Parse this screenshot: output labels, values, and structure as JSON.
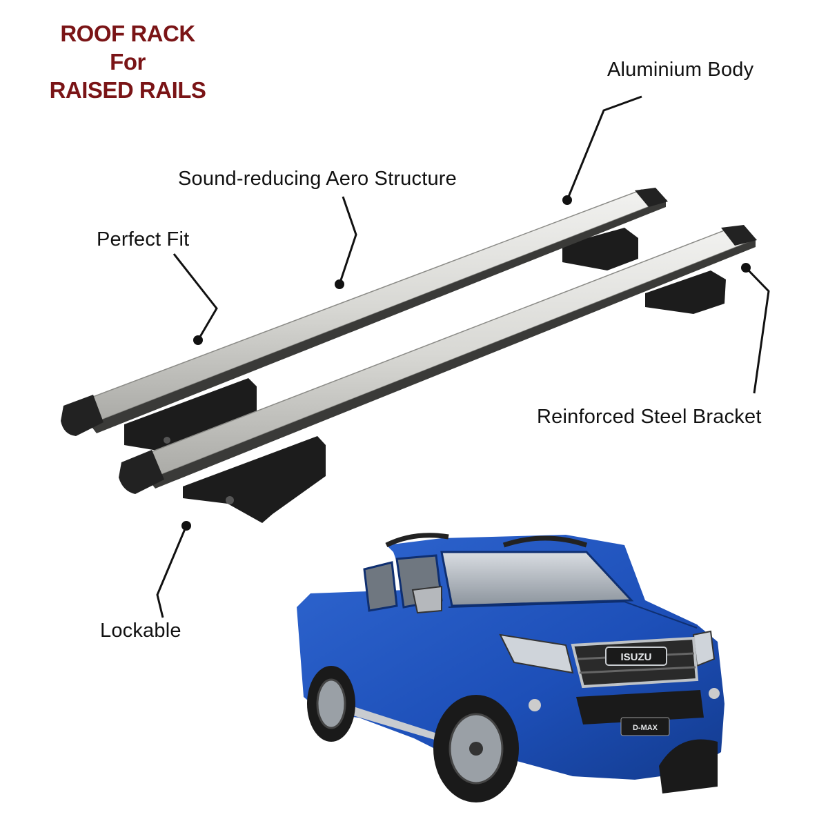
{
  "title": {
    "line1": "ROOF RACK",
    "line2": "For",
    "line3": "RAISED RAILS",
    "color": "#7a1416"
  },
  "callouts": {
    "aluminium_body": "Aluminium Body",
    "aero_structure": "Sound-reducing Aero Structure",
    "perfect_fit": "Perfect Fit",
    "steel_bracket": "Reinforced Steel Bracket",
    "lockable": "Lockable"
  },
  "vehicle": {
    "grille_badge": "ISUZU",
    "plate_badge": "D-MAX",
    "body_color": "#1d4fb8"
  },
  "icons": [
    "roof-rack-illustration",
    "pickup-truck-illustration",
    "leader-line"
  ]
}
